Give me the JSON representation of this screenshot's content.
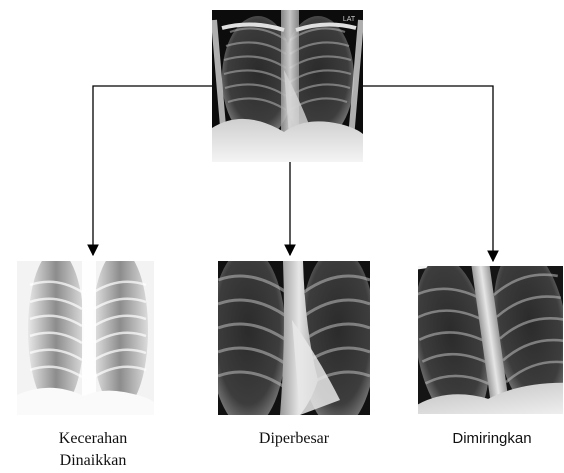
{
  "source": {
    "marker_text": "LAT",
    "image_name": "chest-xray-original"
  },
  "outputs": [
    {
      "id": "brightened",
      "label": "Kecerahan\nDinaikkan",
      "image_name": "chest-xray-brightened"
    },
    {
      "id": "zoomed",
      "label": "Diperbesar",
      "image_name": "chest-xray-zoomed"
    },
    {
      "id": "rotated",
      "label": "Dimiringkan",
      "image_name": "chest-xray-rotated"
    }
  ],
  "colors": {
    "line": "#000000",
    "xray_dark": "#0b0b0b",
    "xray_light": "#f2f2f2"
  }
}
